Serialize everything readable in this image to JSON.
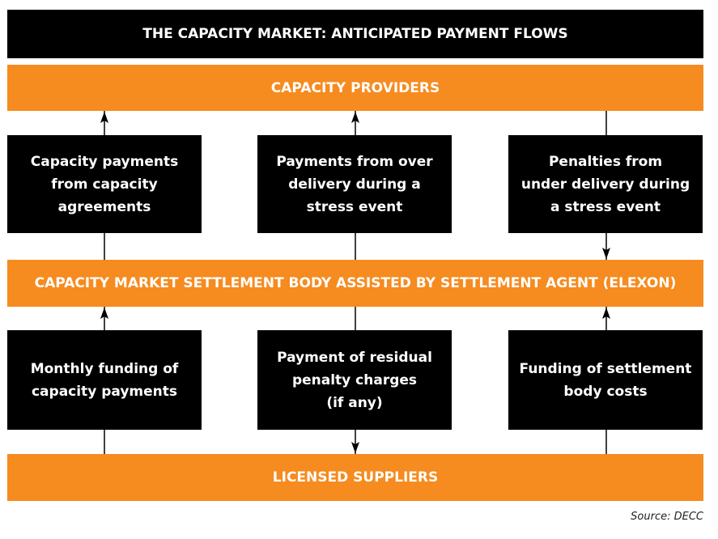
{
  "title": "THE CAPACITY MARKET: ANTICIPATED PAYMENT FLOWS",
  "providers": "CAPACITY PROVIDERS",
  "settlement": "CAPACITY MARKET SETTLEMENT BODY ASSISTED BY SETTLEMENT AGENT (ELEXON)",
  "suppliers": "LICENSED SUPPLIERS",
  "upper_boxes": [
    "Capacity payments\nfrom capacity\nagreements",
    "Payments from over\ndelivery during a\nstress event",
    "Penalties from\nunder delivery during\na stress event"
  ],
  "lower_boxes": [
    "Monthly funding of\ncapacity payments",
    "Payment of residual\npenalty charges\n(if any)",
    "Funding of settlement\nbody costs"
  ],
  "source": "Source: DECC",
  "colors": {
    "orange": "#F68B1F",
    "black": "#000000"
  }
}
